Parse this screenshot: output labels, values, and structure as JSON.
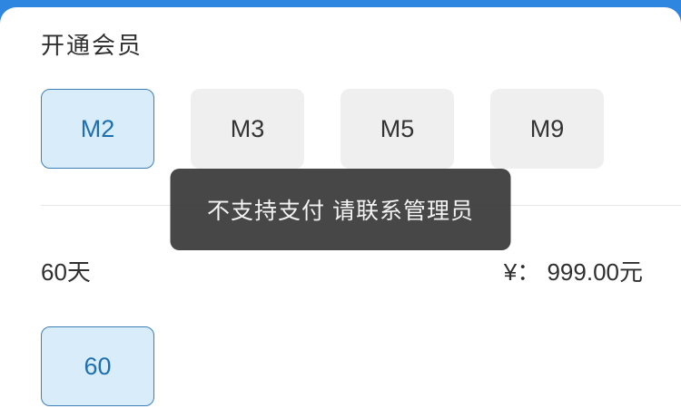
{
  "page": {
    "title": "开通会员"
  },
  "plans": {
    "options": [
      {
        "label": "M2",
        "selected": true
      },
      {
        "label": "M3",
        "selected": false
      },
      {
        "label": "M5",
        "selected": false
      },
      {
        "label": "M9",
        "selected": false
      }
    ]
  },
  "toast": {
    "message": "不支持支付 请联系管理员"
  },
  "duration": {
    "label": "60天",
    "price": "¥： 999.00元",
    "options": [
      {
        "label": "60",
        "selected": true
      }
    ]
  },
  "colors": {
    "background_blue": "#2f86e0",
    "selected_bg": "#d9ecfa",
    "selected_border": "#3d7fb8",
    "selected_text": "#1e6fae",
    "button_gray": "#efefef",
    "toast_bg": "#373737",
    "text_dark": "#2f2f2f"
  }
}
